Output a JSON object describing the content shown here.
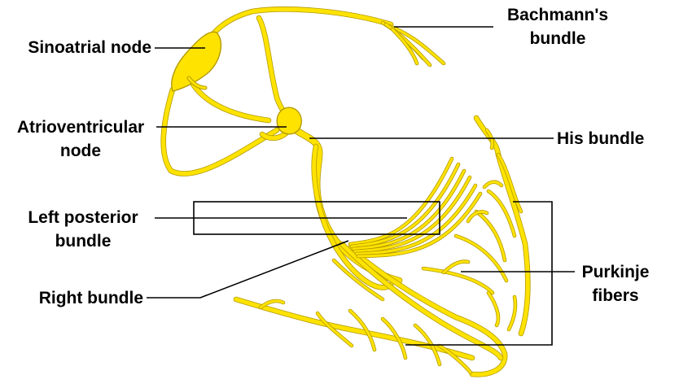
{
  "colors": {
    "conduction_fill": "#ffe300",
    "conduction_stroke": "#b29a00",
    "leader_line": "#000000",
    "background": "#ffffff"
  },
  "labels": {
    "sinoatrial_node": "Sinoatrial node",
    "bachmanns_bundle": [
      "Bachmann's",
      "bundle"
    ],
    "atrioventricular_node": [
      "Atrioventricular",
      "node"
    ],
    "his_bundle": "His bundle",
    "left_posterior_bundle": [
      "Left posterior",
      "bundle"
    ],
    "purkinje_fibers": [
      "Purkinje",
      "fibers"
    ],
    "right_bundle": "Right bundle"
  }
}
